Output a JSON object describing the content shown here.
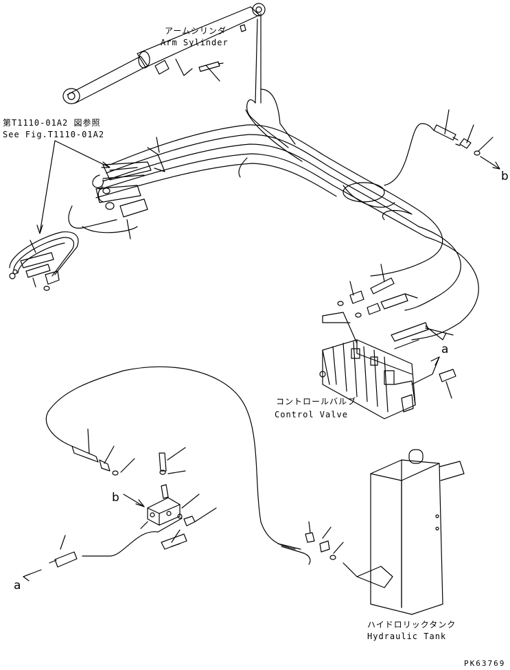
{
  "labels": {
    "arm_cylinder_jp": "アームシリンダ",
    "arm_cylinder_en": "Arm Sylinder",
    "see_fig_jp": "第T1110-01A2 図参照",
    "see_fig_en": "See Fig.T1110-01A2",
    "control_valve_jp": "コントロールバルブ",
    "control_valve_en": "Control Valve",
    "hydraulic_tank_jp": "ハイドロリックタンク",
    "hydraulic_tank_en": "Hydraulic Tank",
    "drawing_code": "PK63769"
  },
  "callouts": {
    "a_right": "a",
    "a_left": "a",
    "b_right": "b",
    "b_left": "b"
  },
  "colors": {
    "line": "#000000",
    "background": "#ffffff"
  }
}
